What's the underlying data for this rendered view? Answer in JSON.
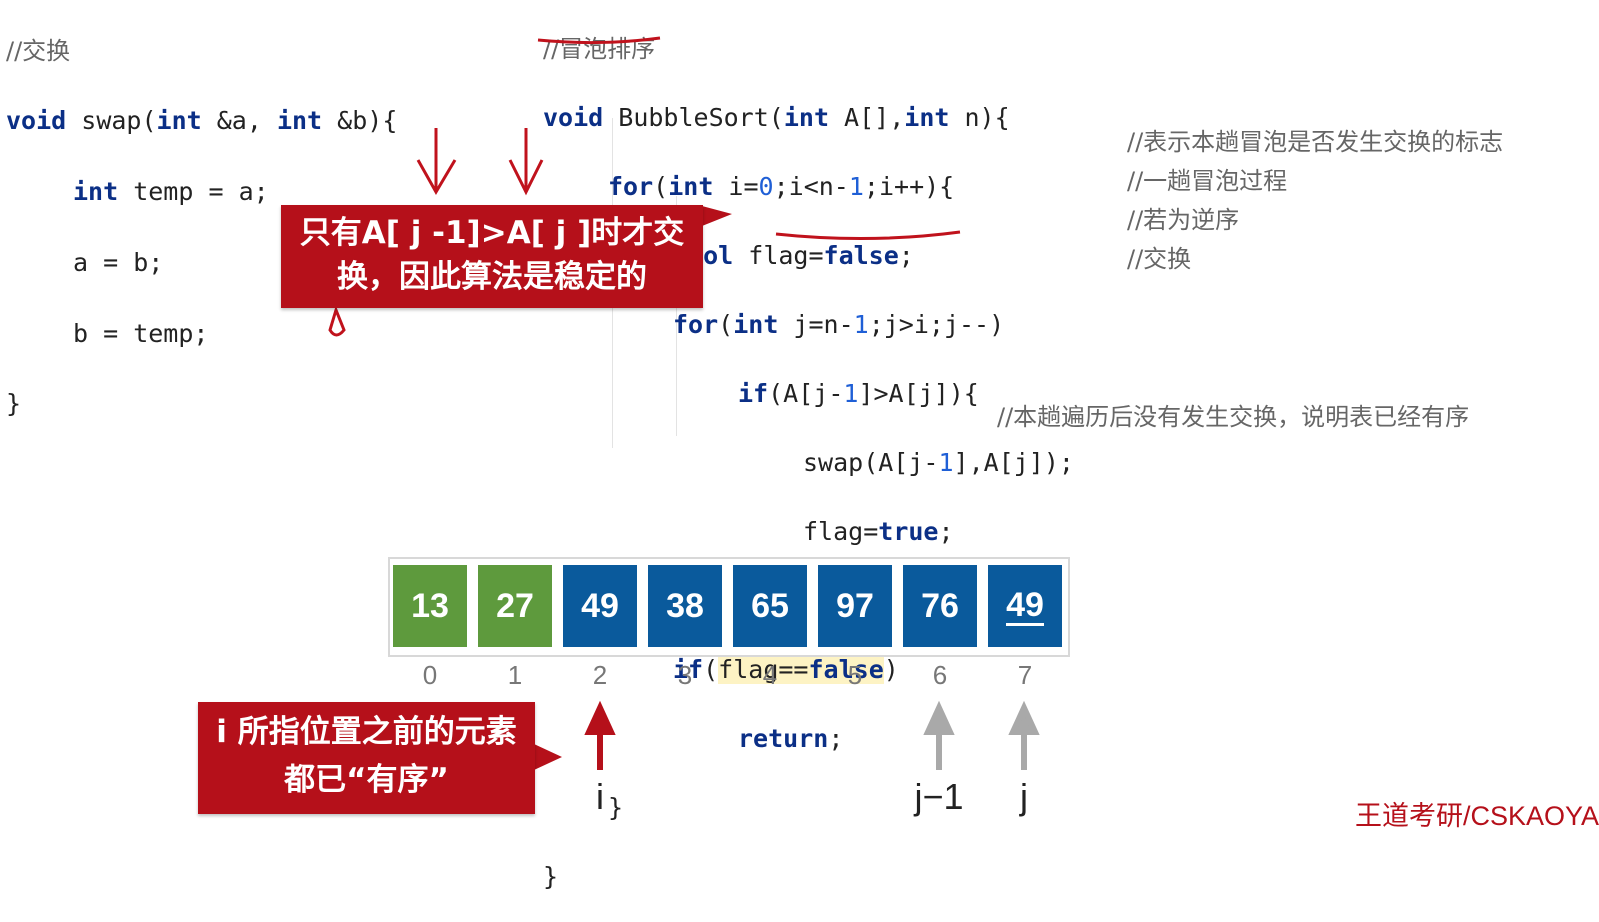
{
  "swap_code": {
    "comment": "//交换",
    "line1_kw1": "void",
    "line1_a": " swap(",
    "line1_kw2": "int",
    "line1_b": " &a, ",
    "line1_kw3": "int",
    "line1_c": " &b){",
    "line2_kw": "int",
    "line2_rest": " temp = a;",
    "line3": "a = b;",
    "line4": "b = temp;",
    "line5": "}"
  },
  "bubble_code": {
    "comment": "//冒泡排序",
    "l1_kw1": "void",
    "l1_a": " BubbleSort(",
    "l1_kw2": "int",
    "l1_b": " A[],",
    "l1_kw3": "int",
    "l1_c": " n){",
    "l2_kw1": "for",
    "l2_a": "(",
    "l2_kw2": "int",
    "l2_b": " i=",
    "l2_n0": "0",
    "l2_c": ";i<n-",
    "l2_n1": "1",
    "l2_d": ";i++){",
    "l3_kw1": "bool",
    "l3_a": " flag=",
    "l3_kw2": "false",
    "l3_b": ";",
    "l4_kw1": "for",
    "l4_a": "(",
    "l4_kw2": "int",
    "l4_b": " j=n-",
    "l4_n1": "1",
    "l4_c": ";j>i;j--)",
    "l5_kw": "if",
    "l5_a": "(A[j-",
    "l5_n1": "1",
    "l5_b": "]>A[j]){",
    "l6_a": "swap(A[j-",
    "l6_n1": "1",
    "l6_b": "],A[j]);",
    "l7_a": "flag=",
    "l7_kw": "true",
    "l7_b": ";",
    "l8": "}",
    "l9_kw": "if",
    "l9_a": "(",
    "l9_hl": "flag==",
    "l9_kw2": "false",
    "l9_b": ")",
    "l10_kw": "return",
    "l10_a": ";",
    "l11": "}",
    "l12": "}"
  },
  "comments": {
    "c1": "//表示本趟冒泡是否发生交换的标志",
    "c2": "//一趟冒泡过程",
    "c3": "//若为逆序",
    "c4": "//交换",
    "c5": "//本趟遍历后没有发生交换，说明表已经有序"
  },
  "callout_top": {
    "line1": "只有A[ j -1]>A[ j ]时才交",
    "line2": "换，因此算法是稳定的"
  },
  "callout_bottom": {
    "line1": "i 所指位置之前的元素",
    "line2": "都已“有序”"
  },
  "array": {
    "values": [
      "13",
      "27",
      "49",
      "38",
      "65",
      "97",
      "76",
      "49"
    ],
    "indices": [
      "0",
      "1",
      "2",
      "3",
      "4",
      "5",
      "6",
      "7"
    ],
    "sorted_color": "#5e9a3d",
    "unsorted_color": "#0a5a9c"
  },
  "pointers": {
    "i": "i",
    "j_minus_1": "j−1",
    "j": "j",
    "i_color": "#b5101a",
    "j_color": "#a9a9a9"
  },
  "watermark": "王道考研/CSKAOYA"
}
